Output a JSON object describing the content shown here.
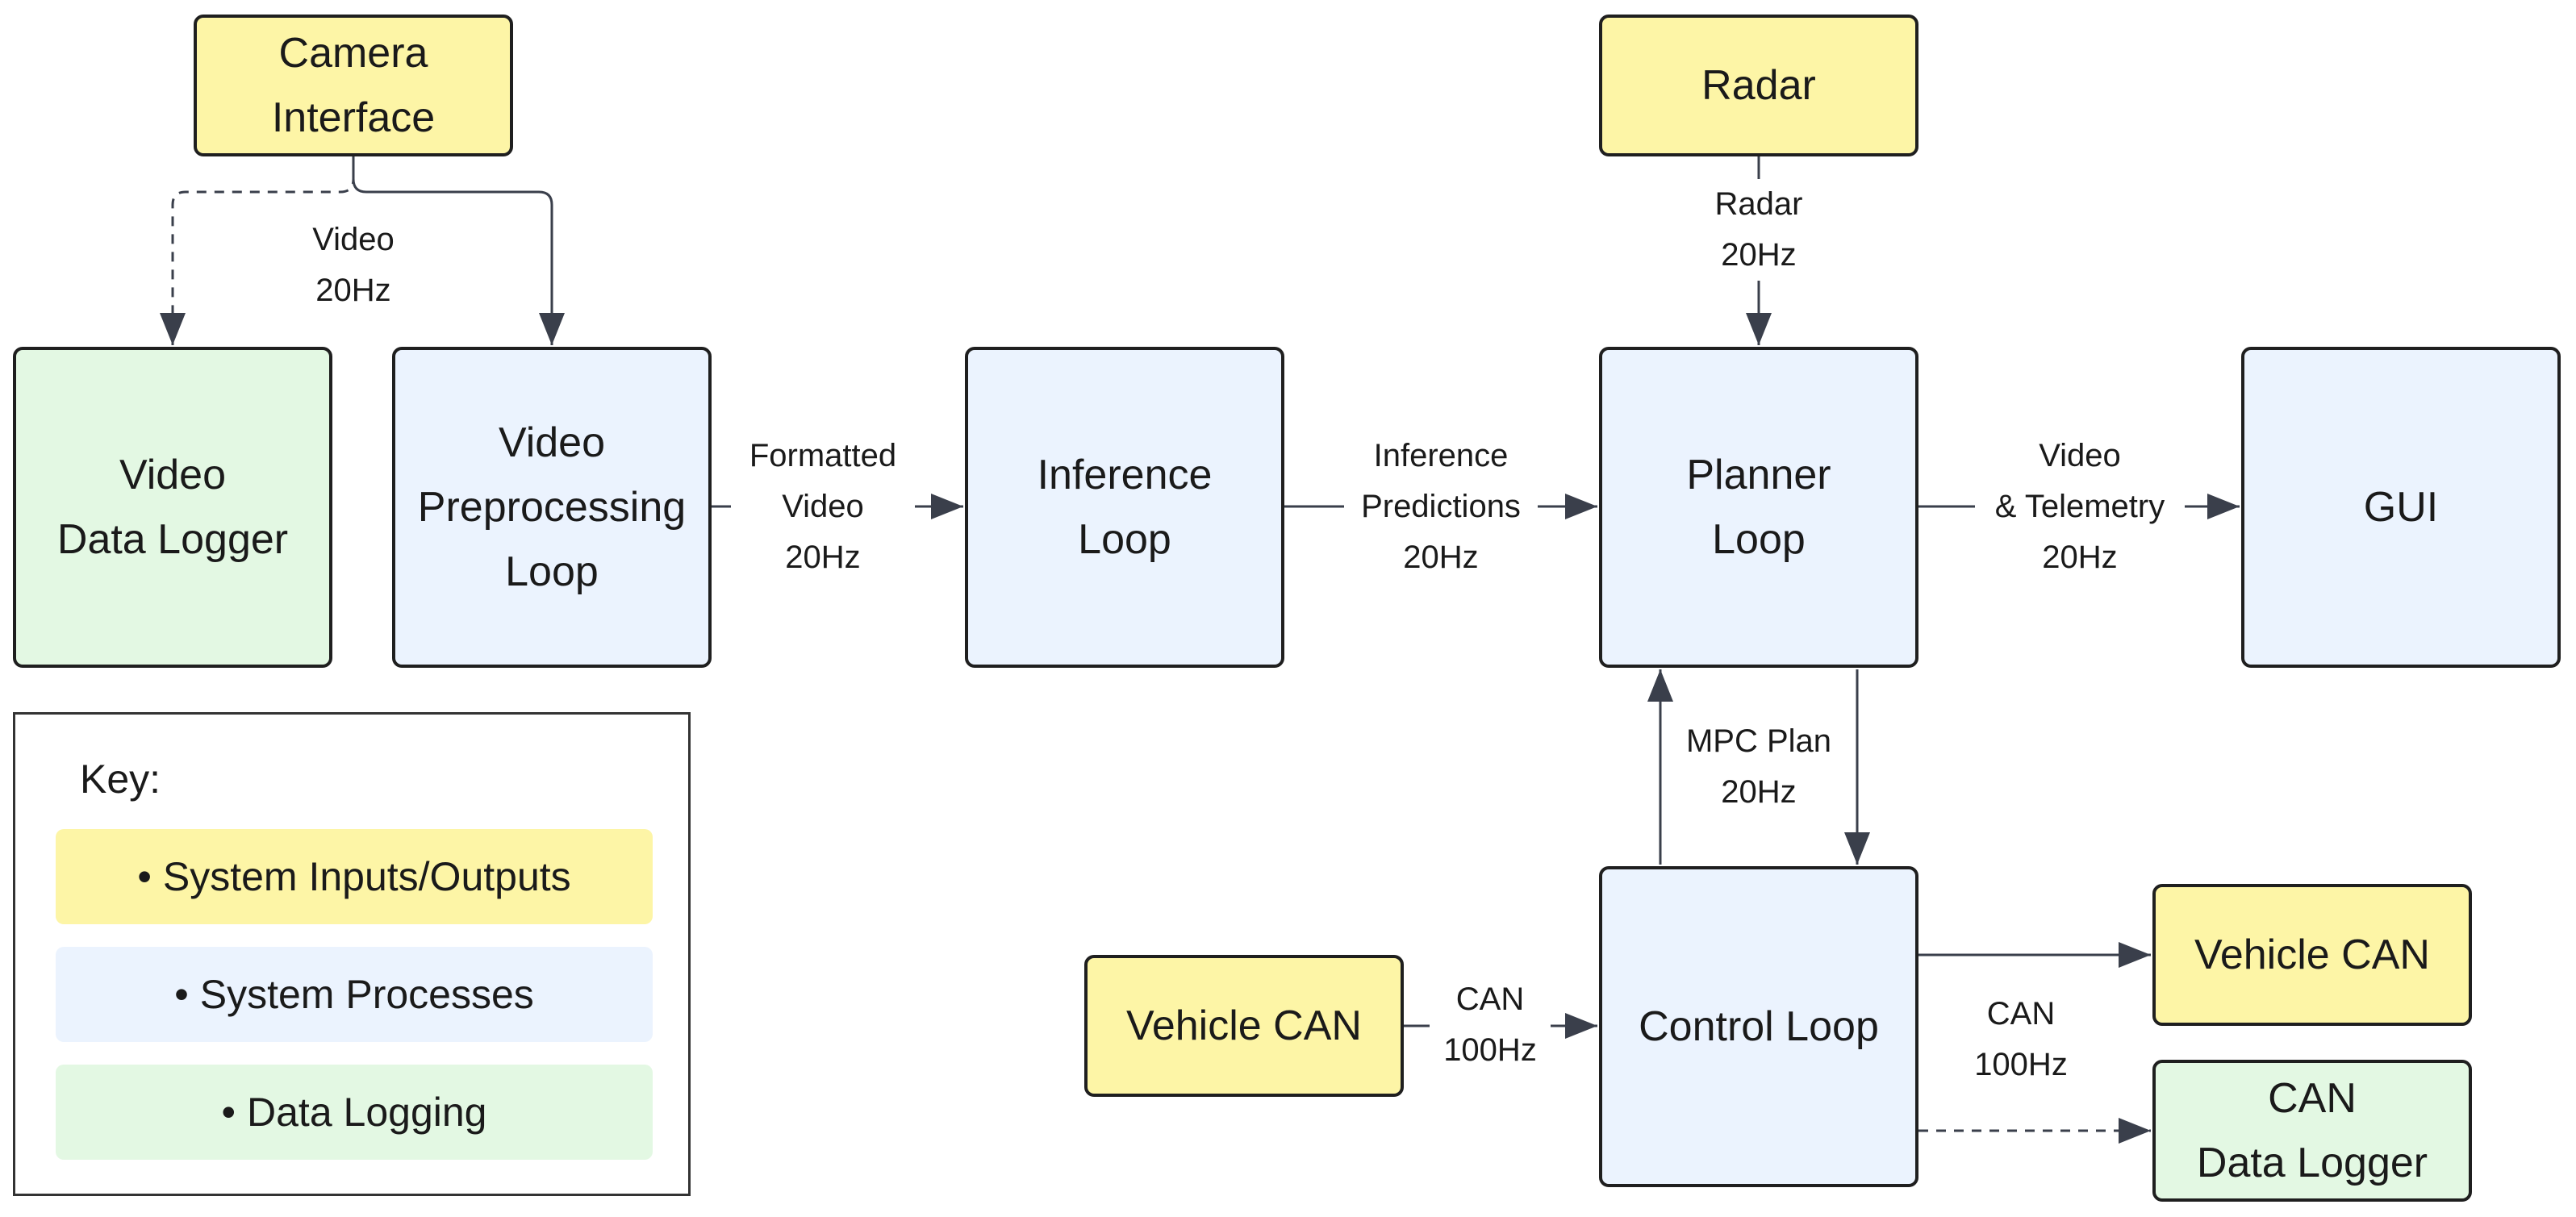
{
  "nodes": {
    "camera": "Camera\nInterface",
    "radar": "Radar",
    "video_logger": "Video\nData Logger",
    "video_preprocessing": "Video\nPreprocessing\nLoop",
    "inference": "Inference\nLoop",
    "planner": "Planner\nLoop",
    "gui": "GUI",
    "vehicle_can_in": "Vehicle CAN",
    "control": "Control Loop",
    "vehicle_can_out": "Vehicle CAN",
    "can_logger": "CAN\nData Logger"
  },
  "edge_labels": {
    "video": "Video\n20Hz",
    "radar": "Radar\n20Hz",
    "formatted_video": "Formatted\nVideo\n20Hz",
    "inference_predictions": "Inference\nPredictions\n20Hz",
    "video_telemetry": "Video\n& Telemetry\n20Hz",
    "mpc_plan": "MPC Plan\n20Hz",
    "can_in": "CAN\n100Hz",
    "can_out": "CAN\n100Hz"
  },
  "key": {
    "title": "Key:",
    "items": [
      "System Inputs/Outputs",
      "System Processes",
      "Data Logging"
    ],
    "bullet": "•"
  },
  "colors": {
    "io": "#fdf5a6",
    "process": "#ebf3fe",
    "logging": "#e3f8e3",
    "stroke": "#1f1f1f",
    "arrow": "#3a3f4b"
  }
}
